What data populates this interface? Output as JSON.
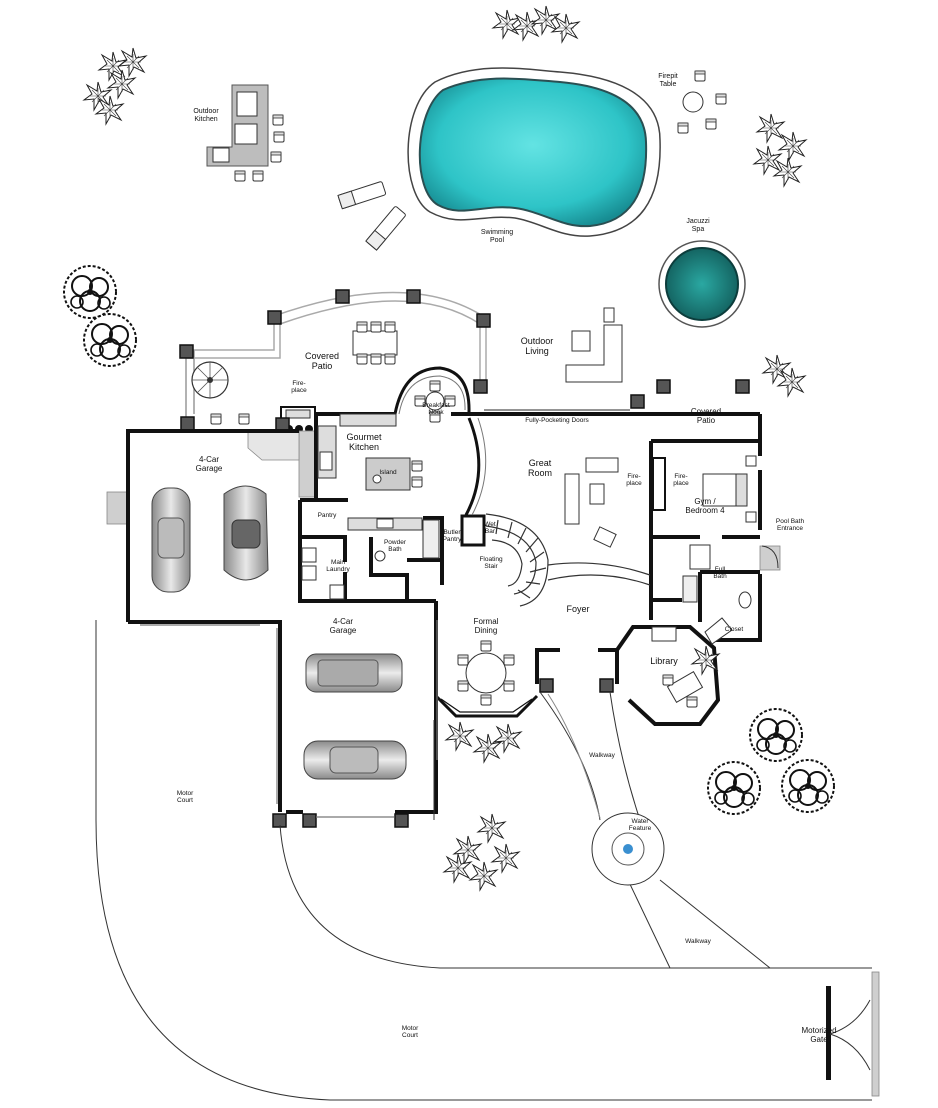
{
  "floorplan": {
    "labels": {
      "outdoor_kitchen": "Outdoor\nKitchen",
      "firepit_table": "Firepit\nTable",
      "swimming_pool": "Swimming\nPool",
      "jacuzzi_spa": "Jacuzzi\nSpa",
      "covered_patio_main": "Covered\nPatio",
      "outdoor_living": "Outdoor\nLiving",
      "fireplace_patio": "Fire-\nplace",
      "breakfast_nook": "Breakfast\nNook",
      "gourmet_kitchen": "Gourmet\nKitchen",
      "island": "Island",
      "fully_pocketing_doors": "Fully-Pocketing Doors",
      "covered_patio_right": "Covered\nPatio",
      "great_room": "Great\nRoom",
      "fireplace_great_room": "Fire-\nplace",
      "fireplace_gym": "Fire-\nplace",
      "gym_bedroom": "Gym /\nBedroom 4",
      "pool_bath_entrance": "Pool Bath\nEntrance",
      "garage_upper": "4-Car\nGarage",
      "pantry": "Pantry",
      "wet_bar": "Wet\nBar",
      "butler_pantry": "Butler\nPantry",
      "powder_bath": "Powder\nBath",
      "main_laundry": "Main\nLaundry",
      "floating_stair": "Floating\nStair",
      "full_bath": "Full\nBath",
      "foyer": "Foyer",
      "closet": "Closet",
      "garage_lower": "4-Car\nGarage",
      "formal_dining": "Formal\nDining",
      "library": "Library",
      "walkway_upper": "Walkway",
      "water_feature": "Water\nFeature",
      "motor_court_upper": "Motor\nCourt",
      "walkway_lower": "Walkway",
      "motor_court_lower": "Motor\nCourt",
      "motorized_gate": "Motorized\nGate"
    },
    "colors": {
      "pool_water": "#2ec4c7",
      "spa_water": "#1f8f8c",
      "wall": "#111111",
      "paving": "#cccccc",
      "column": "#555555"
    }
  }
}
